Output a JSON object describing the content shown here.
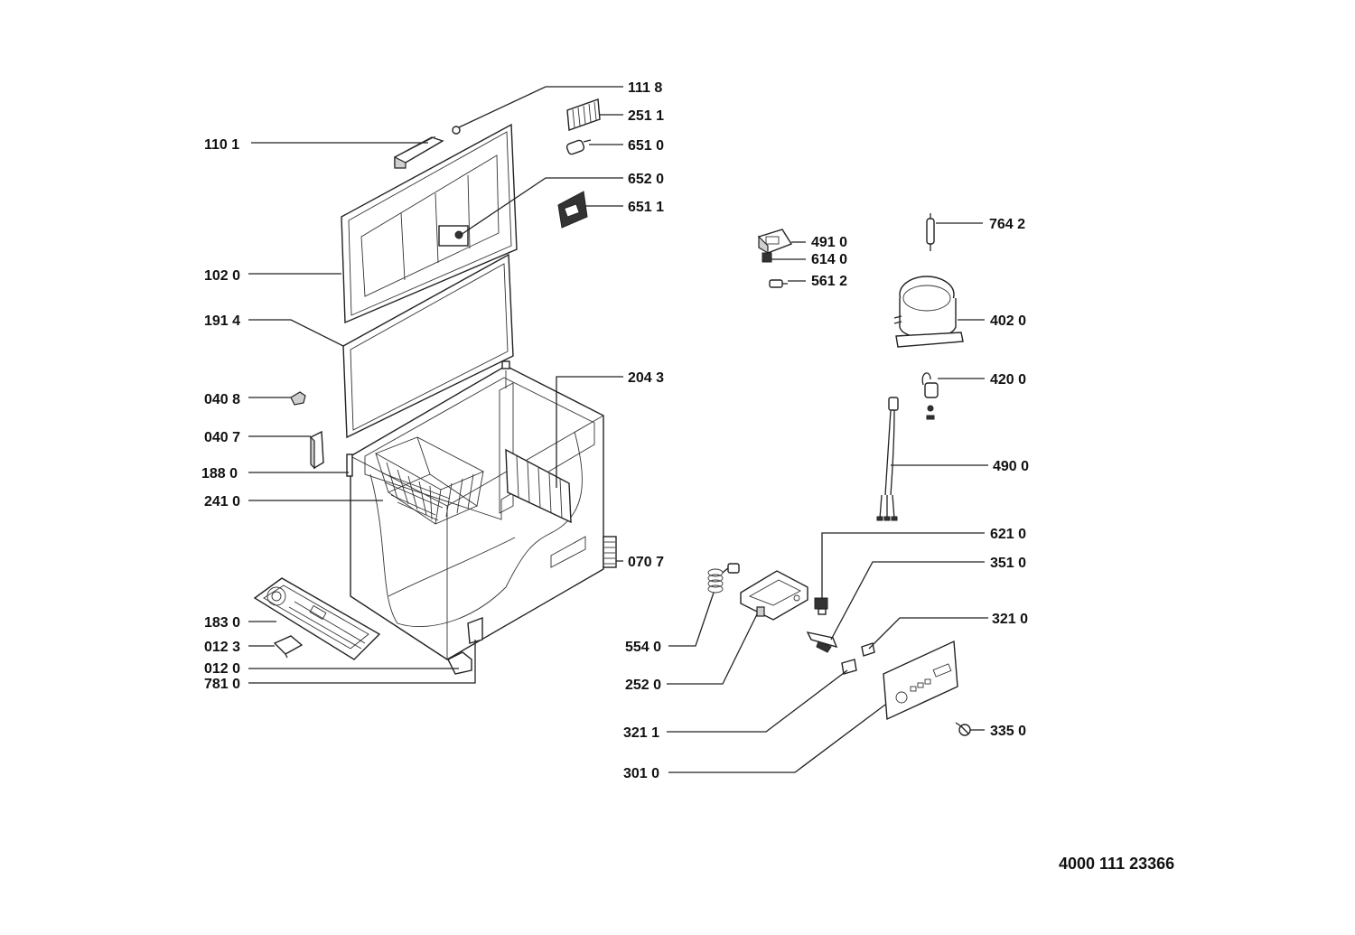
{
  "diagram": {
    "document_number": "4000 111 23366",
    "callouts": [
      {
        "id": "111",
        "label": "111 8"
      },
      {
        "id": "251",
        "label": "251 1"
      },
      {
        "id": "110",
        "label": "110 1"
      },
      {
        "id": "651a",
        "label": "651 0"
      },
      {
        "id": "652",
        "label": "652 0"
      },
      {
        "id": "651b",
        "label": "651 1"
      },
      {
        "id": "102",
        "label": "102 0"
      },
      {
        "id": "191",
        "label": "191 4"
      },
      {
        "id": "204",
        "label": "204 3"
      },
      {
        "id": "0408",
        "label": "040 8"
      },
      {
        "id": "0407",
        "label": "040 7"
      },
      {
        "id": "188",
        "label": "188 0"
      },
      {
        "id": "241",
        "label": "241 0"
      },
      {
        "id": "070",
        "label": "070 7"
      },
      {
        "id": "183",
        "label": "183 0"
      },
      {
        "id": "0123",
        "label": "012 3"
      },
      {
        "id": "0120",
        "label": "012 0"
      },
      {
        "id": "781",
        "label": "781 0"
      },
      {
        "id": "491",
        "label": "491 0"
      },
      {
        "id": "614",
        "label": "614 0"
      },
      {
        "id": "561",
        "label": "561 2"
      },
      {
        "id": "764",
        "label": "764 2"
      },
      {
        "id": "402",
        "label": "402 0"
      },
      {
        "id": "420",
        "label": "420 0"
      },
      {
        "id": "490",
        "label": "490 0"
      },
      {
        "id": "621",
        "label": "621 0"
      },
      {
        "id": "351",
        "label": "351 0"
      },
      {
        "id": "3210",
        "label": "321 0"
      },
      {
        "id": "554",
        "label": "554 0"
      },
      {
        "id": "252",
        "label": "252 0"
      },
      {
        "id": "3211",
        "label": "321 1"
      },
      {
        "id": "335",
        "label": "335 0"
      },
      {
        "id": "301",
        "label": "301 0"
      }
    ]
  }
}
